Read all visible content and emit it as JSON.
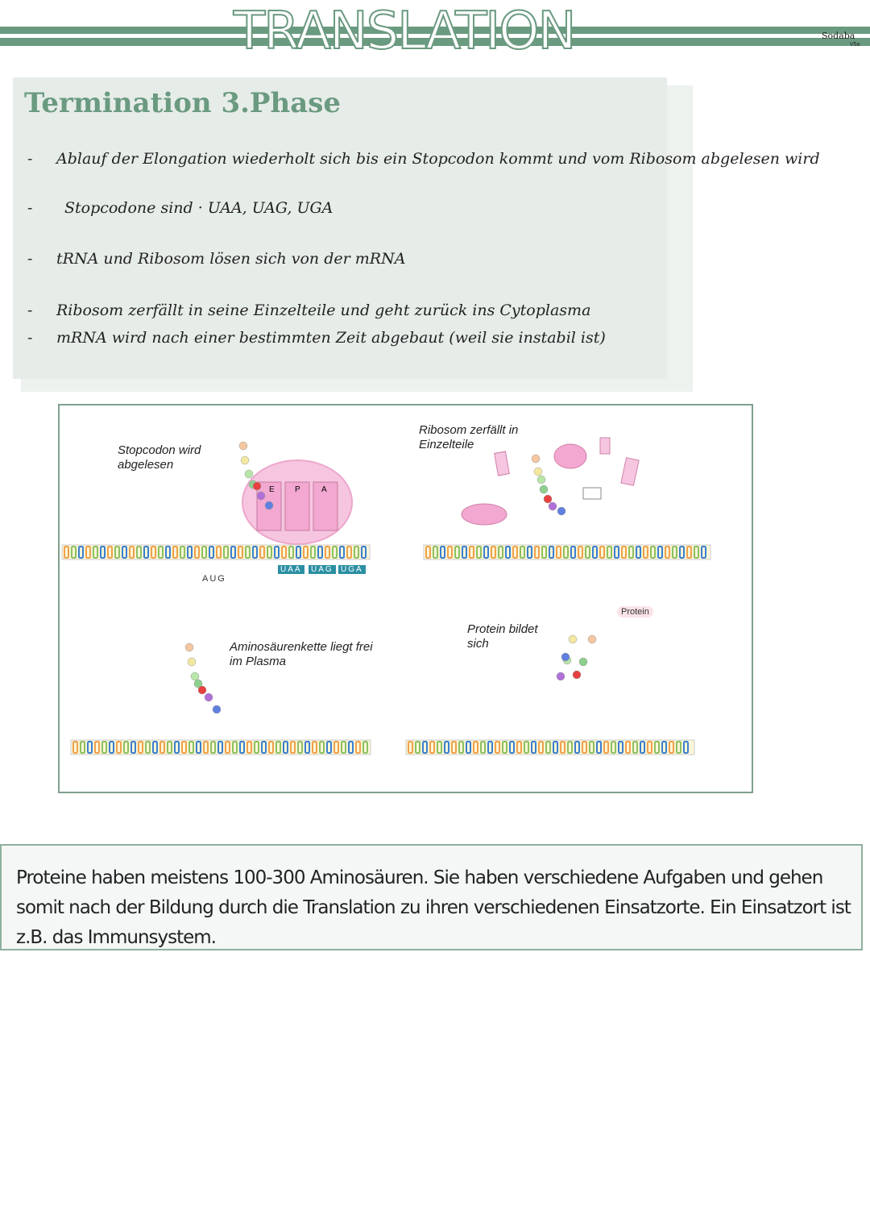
{
  "header": {
    "title": "TRANSLATION",
    "author": "Sodaba",
    "author_class": "V5a"
  },
  "section": {
    "heading": "Termination 3.Phase",
    "subheading": "termination 3. phase"
  },
  "notes": [
    "Ablauf der Elongation wiederholt sich bis ein Stopcodon kommt und vom Ribosom abgelesen wird",
    "Stopcodone sind · UAA, UAG, UGA",
    "tRNA und Ribosom lösen sich von der mRNA",
    "Ribosom zerfällt in seine Einzelteile und geht zurück ins Cytoplasma",
    "mRNA wird nach einer bestimmten Zeit abgebaut (weil sie instabil ist)"
  ],
  "diagram": {
    "panel1": {
      "label": "Stopcodon wird abgelesen",
      "sites": [
        "E",
        "P",
        "A"
      ],
      "start_codon": "AUG",
      "stop_codons": [
        "UAA",
        "UAG",
        "UGA"
      ]
    },
    "panel2": {
      "label": "Ribosom zerfällt in Einzelteile"
    },
    "panel3": {
      "label": "Aminosäurenkette liegt frei im Plasma"
    },
    "panel4": {
      "label": "Protein bildet sich",
      "badge": "Protein"
    }
  },
  "summary": "Proteine haben meistens 100-300 Aminosäuren. Sie haben verschiedene Aufgaben und gehen somit nach der Bildung durch die Translation zu ihren verschiedenen Einsatzorte. Ein Einsatzort ist z.B. das Immunsystem.",
  "colors": {
    "accent": "#6a9a80",
    "ribosome": "#f2b8d8",
    "nucleotides": [
      "#f0a04a",
      "#8cc060",
      "#3a7fd0",
      "#f3e9a0"
    ]
  }
}
